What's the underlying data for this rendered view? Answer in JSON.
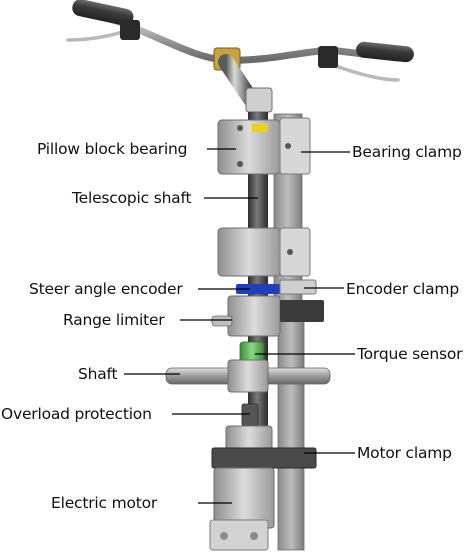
{
  "labels": {
    "pillow_block_bearing": "Pillow block bearing",
    "bearing_clamp": "Bearing clamp",
    "telescopic_shaft": "Telescopic shaft",
    "steer_angle_encoder": "Steer angle encoder",
    "encoder_clamp": "Encoder clamp",
    "range_limiter": "Range limiter",
    "torque_sensor": "Torque sensor",
    "shaft": "Shaft",
    "overload_protection": "Overload protection",
    "motor_clamp": "Motor clamp",
    "electric_motor": "Electric motor"
  },
  "colors": {
    "background": "#ffffff",
    "metal_light": "#c9c9c9",
    "metal_dark": "#4a4a4a",
    "encoder_ring": "#1f3fbf",
    "torque_sensor": "#5fb85a",
    "bearing_accent": "#e8d21a",
    "leader_line": "#000000",
    "text": "#111111"
  }
}
